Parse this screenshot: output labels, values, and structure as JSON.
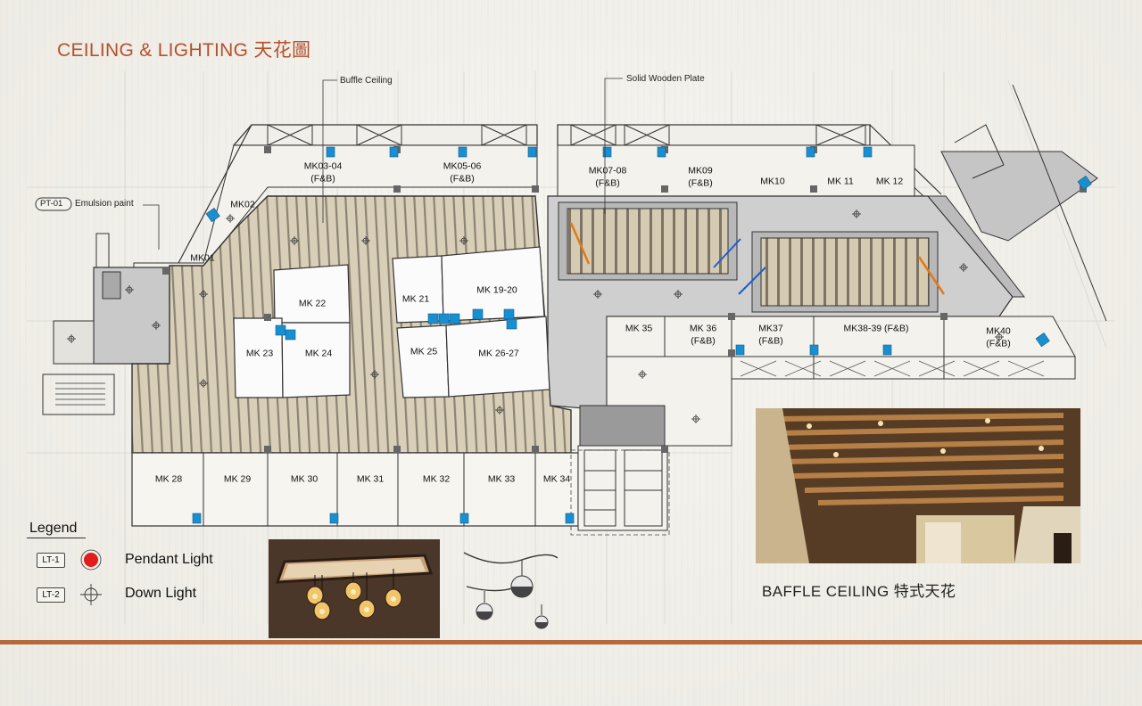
{
  "title": "CEILING & LIGHTING 天花圖",
  "callouts": {
    "buffle_ceiling": "Buffle Ceiling",
    "solid_wooden_plate": "Solid Wooden Plate",
    "pt01_code": "PT-01",
    "pt01_text": "Emulsion paint"
  },
  "rooms": {
    "mk01": "MK01",
    "mk02": "MK02",
    "mk03_04": "MK03-04",
    "mk03_04_sub": "(F&B)",
    "mk05_06": "MK05-06",
    "mk05_06_sub": "(F&B)",
    "mk07_08": "MK07-08",
    "mk07_08_sub": "(F&B)",
    "mk09": "MK09",
    "mk09_sub": "(F&B)",
    "mk10": "MK10",
    "mk11": "MK 11",
    "mk12": "MK 12",
    "mk21": "MK 21",
    "mk19_20": "MK 19-20",
    "mk22": "MK 22",
    "mk23": "MK 23",
    "mk24": "MK 24",
    "mk25": "MK 25",
    "mk26_27": "MK 26-27",
    "mk35": "MK 35",
    "mk36": "MK 36",
    "mk36_sub": "(F&B)",
    "mk37": "MK37",
    "mk37_sub": "(F&B)",
    "mk38_39": "MK38-39 (F&B)",
    "mk40": "MK40",
    "mk40_sub": "(F&B)",
    "mk28": "MK 28",
    "mk29": "MK 29",
    "mk30": "MK 30",
    "mk31": "MK 31",
    "mk32": "MK 32",
    "mk33": "MK 33",
    "mk34": "MK 34"
  },
  "legend": {
    "title": "Legend",
    "items": [
      {
        "code": "LT-1",
        "label": "Pendant Light",
        "symbol": "red-filled-circle"
      },
      {
        "code": "LT-2",
        "label": "Down Light",
        "symbol": "crosshair-circle"
      }
    ]
  },
  "photo_caption": "BAFFLE CEILING 特式天花",
  "colors": {
    "title": "#b4512c",
    "accent_rule": "#b56a3e",
    "baffle_fill": "#d8cdb5",
    "floor_grey": "#cfcfcf",
    "marker_blue": "#1a8fd0",
    "pendant_red": "#e21b1b"
  }
}
